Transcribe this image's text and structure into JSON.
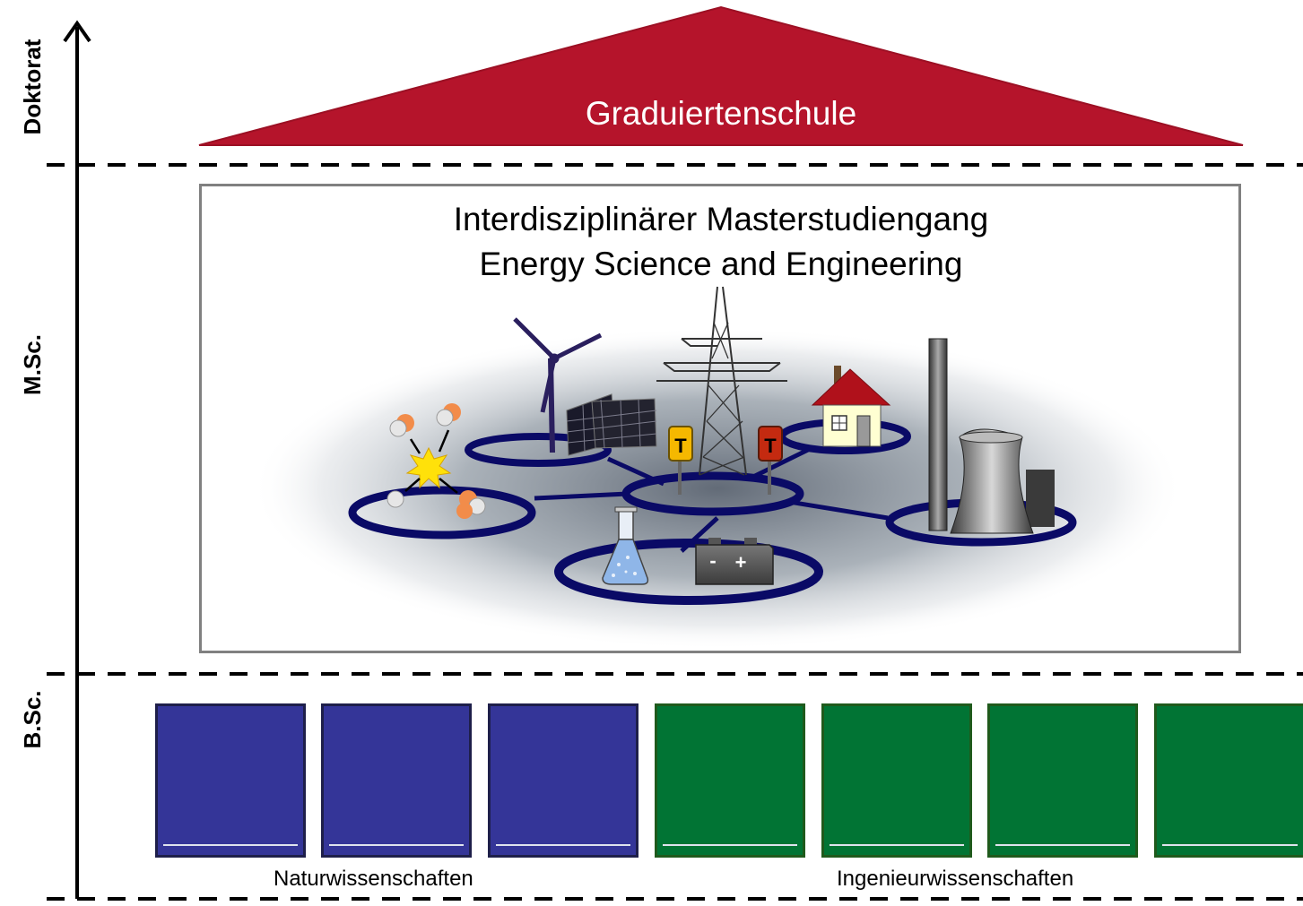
{
  "levels": {
    "doctorate": "Doktorat",
    "master": "M.Sc.",
    "bachelor": "B.Sc."
  },
  "roof": {
    "title": "Graduiertenschule",
    "color": "#b5142b"
  },
  "master_program": {
    "line1": "Interdisziplinärer Masterstudiengang",
    "line2": "Energy Science and Engineering"
  },
  "illustration": {
    "icons": [
      "atoms-fusion-icon",
      "wind-turbine-icon",
      "solar-panel-icon",
      "power-pylon-icon",
      "transformer-icon",
      "house-icon",
      "power-plant-icon",
      "flask-icon",
      "battery-icon"
    ],
    "battery_minus": "-",
    "battery_plus": "+",
    "transformer_label": "T",
    "ring_color": "#0a0a66"
  },
  "bachelor": {
    "natural_color": "#343598",
    "engineering_color": "#017434",
    "natural_label": "Naturwissenschaften",
    "engineering_label": "Ingenieurwissenschaften"
  }
}
